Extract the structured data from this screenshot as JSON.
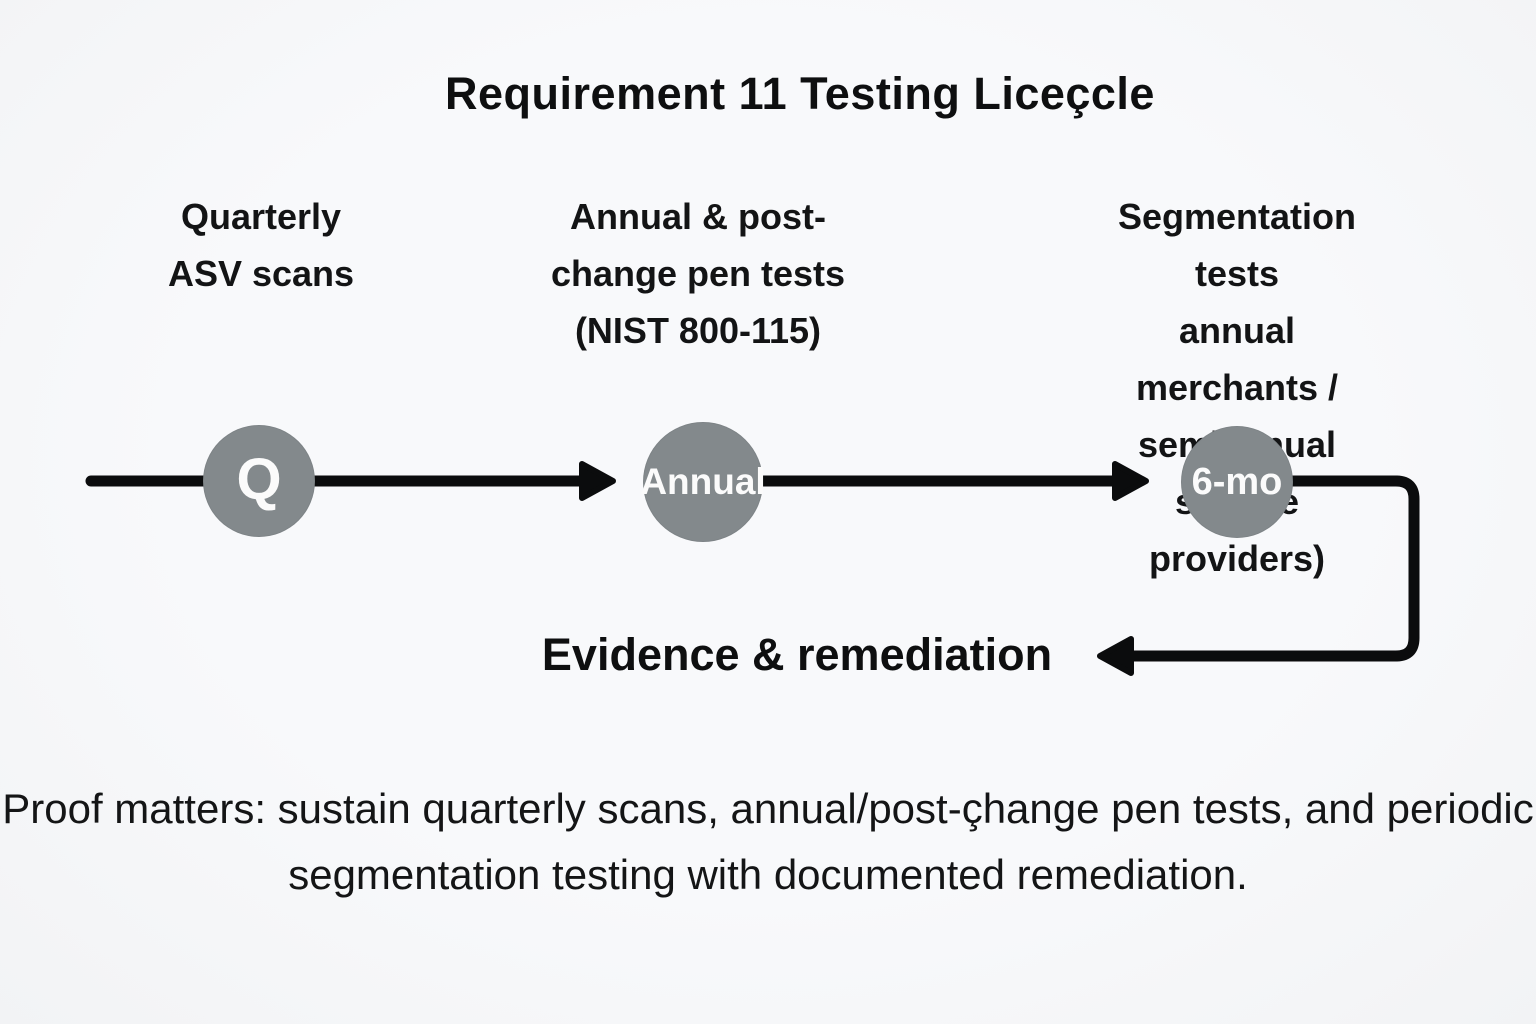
{
  "page": {
    "background": "#f7f8fa",
    "text_color": "#101112",
    "node_color": "#83898c",
    "node_text_color": "#fbfbfb",
    "line_color": "#0b0c0d"
  },
  "title": "Requirement 11 Testing Liceçcle",
  "stages": [
    {
      "label": "Quarterly\nASV scans",
      "node": "Q"
    },
    {
      "label": "Annual & post-\nchange pen tests\n(NIST 800-115)",
      "node": "Annual"
    },
    {
      "label": "Segmentation tests\nannual merchants /\nsemiannual service\nproviders)",
      "node": "6-mo"
    }
  ],
  "feedback": {
    "label": "Evidence & remediation"
  },
  "footer": "Proof matters: sustain quarterly scans, annual/post-çhange pen tests, and periodic segmentation testing with documented remediation."
}
